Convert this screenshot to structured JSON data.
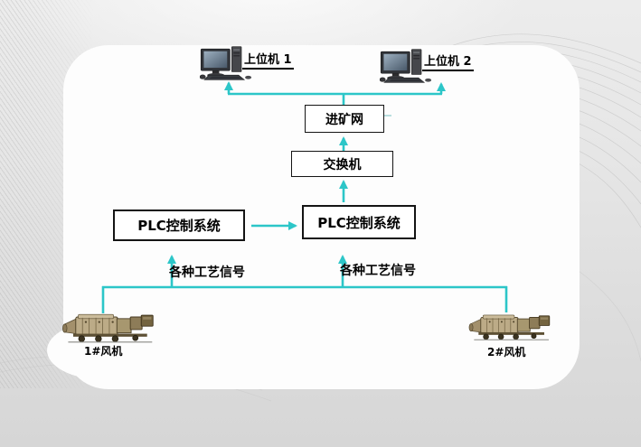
{
  "slide": {
    "computers": [
      {
        "label": "上位机 1"
      },
      {
        "label": "上位机 2"
      }
    ],
    "nodes": {
      "mine_network": "进矿网",
      "switch": "交换机",
      "plc_left": "PLC控制系统",
      "plc_right": "PLC控制系统"
    },
    "signal_labels": [
      {
        "text": "各种工艺信号"
      },
      {
        "text": "各种工艺信号"
      }
    ],
    "machines": [
      {
        "label": "1#风机"
      },
      {
        "label": "2#风机"
      }
    ],
    "icons": {
      "computer": "desktop-computer-icon",
      "machine": "mine-fan-machine-icon"
    },
    "colors": {
      "connector": "#2cc6c8",
      "box_border": "#141414",
      "box_fill": "#ffffff",
      "text": "#000000"
    }
  }
}
